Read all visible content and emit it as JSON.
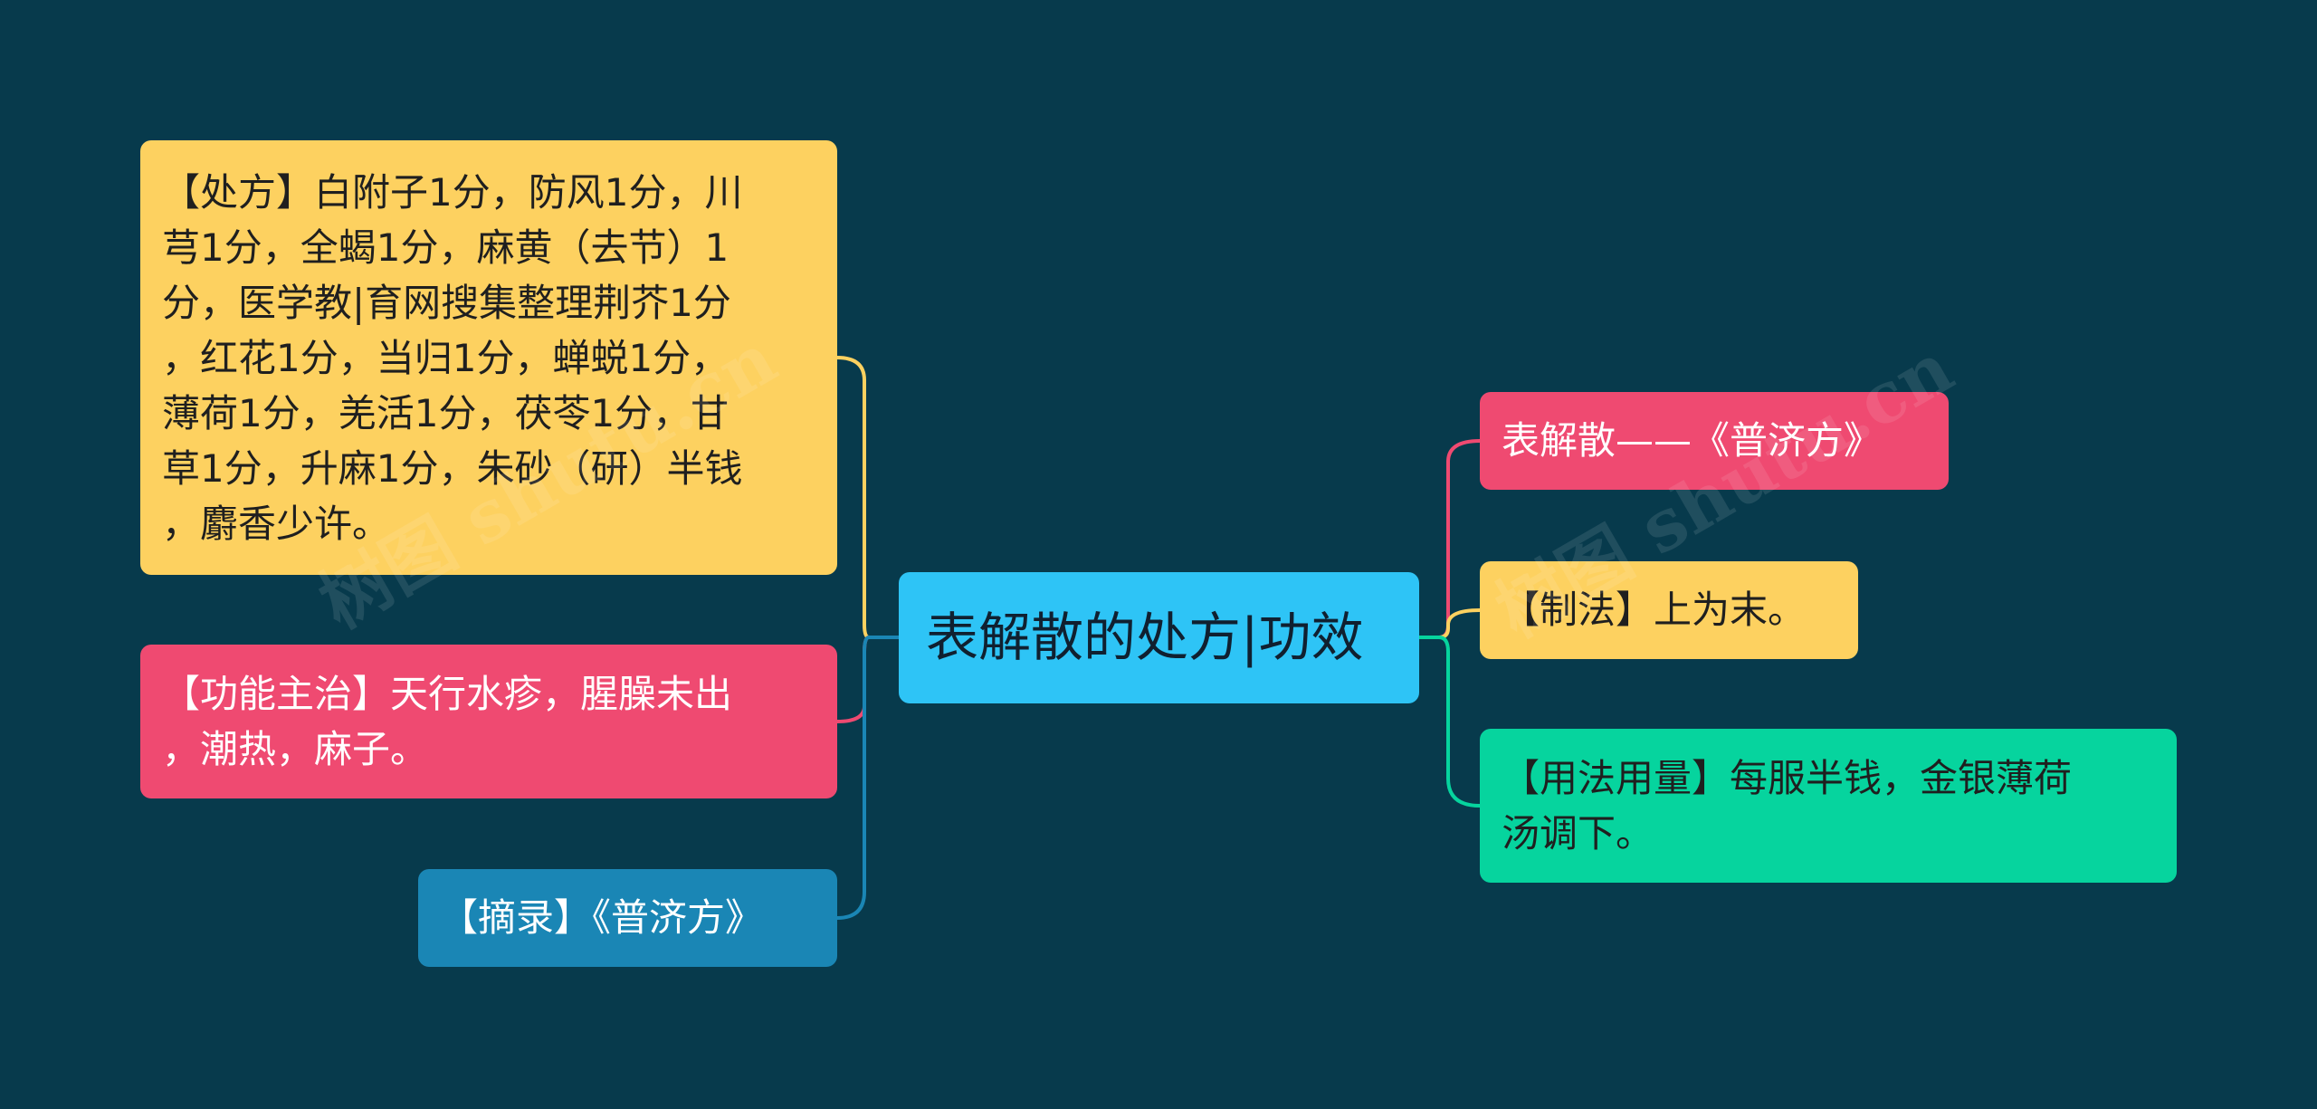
{
  "center": {
    "label": "表解散的处方|功效"
  },
  "left_nodes": [
    {
      "label": "【处方】白附子1分，防风1分，川\n芎1分，全蝎1分，麻黄（去节）1\n分，医学教|育网搜集整理荆芥1分\n，红花1分，当归1分，蝉蜕1分，\n薄荷1分，羌活1分，茯苓1分，甘\n草1分，升麻1分，朱砂（研）半钱\n，麝香少许。",
      "color": "#fdd160"
    },
    {
      "label": "【功能主治】天行水疹，腥臊未出\n，潮热，麻子。",
      "color": "#ef4a71"
    },
    {
      "label": "【摘录】《普济方》",
      "color": "#1a86b5"
    }
  ],
  "right_nodes": [
    {
      "label": "表解散——《普济方》",
      "color": "#ef4a71"
    },
    {
      "label": "【制法】上为末。",
      "color": "#fdd160"
    },
    {
      "label": "【用法用量】每服半钱，金银薄荷\n汤调下。",
      "color": "#06d49e"
    }
  ],
  "watermark": {
    "text": "树图 shutu.cn"
  },
  "colors": {
    "background": "#073a4c",
    "center": "#2ec4f6"
  }
}
